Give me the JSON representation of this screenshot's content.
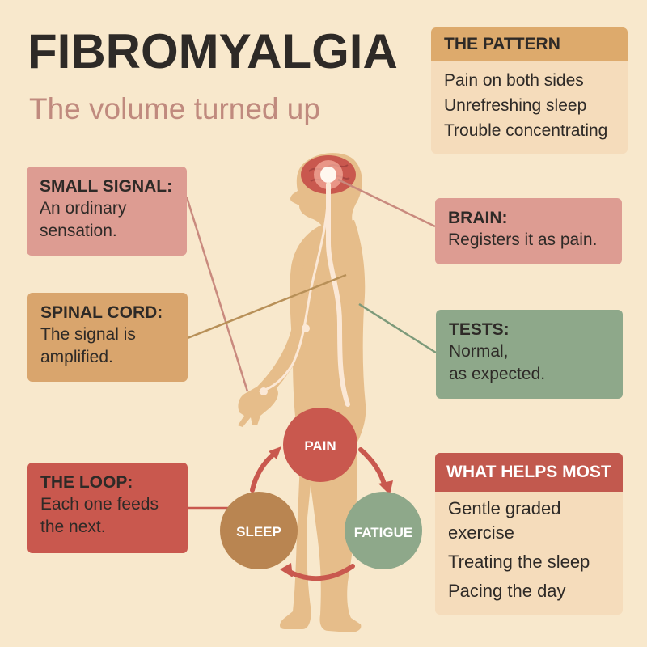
{
  "title": "FIBROMYALGIA",
  "subtitle": "The volume turned up",
  "pattern": {
    "heading": "THE PATTERN",
    "items": [
      "Pain on both sides",
      "Unrefreshing sleep",
      "Trouble concentrating"
    ]
  },
  "small_signal": {
    "heading": "SMALL SIGNAL:",
    "text": [
      "An ordinary",
      "sensation."
    ]
  },
  "brain": {
    "heading": "BRAIN:",
    "text": "Registers it as pain."
  },
  "spinal_cord": {
    "heading": "SPINAL CORD:",
    "text": [
      "The signal is",
      "amplified."
    ]
  },
  "tests": {
    "heading": "TESTS:",
    "text": [
      "Normal,",
      "as expected."
    ]
  },
  "loop": {
    "heading": "THE LOOP:",
    "text": [
      "Each one feeds",
      "the next."
    ]
  },
  "cycle": {
    "pain": "PAIN",
    "fatigue": "FATIGUE",
    "sleep": "SLEEP"
  },
  "helps": {
    "heading": "WHAT HELPS MOST",
    "items": [
      [
        "Gentle graded",
        "exercise"
      ],
      [
        "Treating the sleep"
      ],
      [
        "Pacing the day"
      ]
    ]
  },
  "colors": {
    "background": "#f8e8cc",
    "body": "#e6bd8a",
    "rose": "#dd9c92",
    "tan": "#d9a56d",
    "sage": "#8ea88a",
    "red": "#c9584e"
  }
}
